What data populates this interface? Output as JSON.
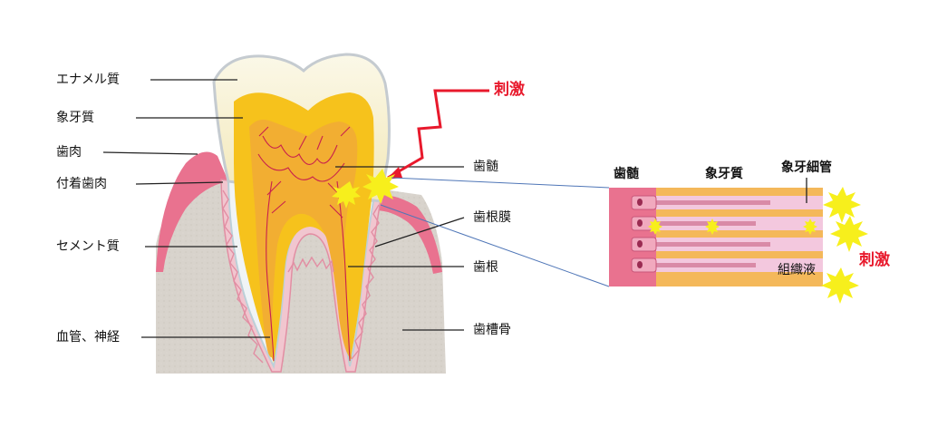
{
  "tooth_diagram": {
    "labels": {
      "enamel": "エナメル質",
      "dentin": "象牙質",
      "gingiva": "歯肉",
      "attached_gingiva": "付着歯肉",
      "cementum": "セメント質",
      "vessels_nerves": "血管、神経",
      "pulp": "歯髄",
      "periodontal_ligament": "歯根膜",
      "root": "歯根",
      "alveolar_bone": "歯槽骨",
      "stimulus": "刺激"
    }
  },
  "detail_view": {
    "labels": {
      "pulp": "歯髄",
      "dentin": "象牙質",
      "dentinal_tubule": "象牙細管",
      "tissue_fluid": "組織液",
      "stimulus": "刺激"
    }
  },
  "colors": {
    "stimulus": "#e8192c",
    "spark": "#f7ef1c",
    "enamel": "#f8f3dc",
    "dentin": "#f6c21c",
    "pulp": "#f2ae32",
    "gum": "#e9728f",
    "bone": "#d9d4ce"
  }
}
